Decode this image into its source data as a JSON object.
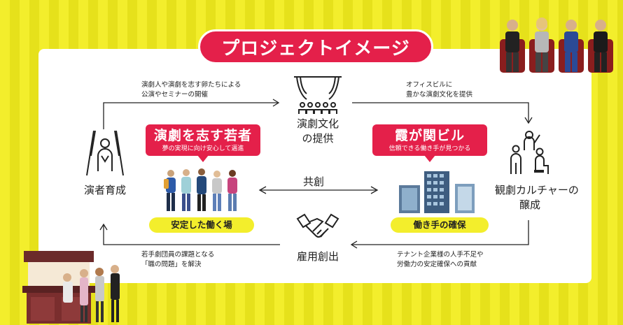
{
  "title": "プロジェクトイメージ",
  "nodes": {
    "theater_line1": "演劇文化",
    "theater_line2": "の提供",
    "actor": "演者育成",
    "audience_line1": "観劇カルチャーの",
    "audience_line2": "醸成",
    "jobs": "雇用創出"
  },
  "labels": {
    "top_left_1": "演劇人や演劇を志す卵たちによる",
    "top_left_2": "公演やセミナーの開催",
    "top_right_1": "オフィスビルに",
    "top_right_2": "豊かな演劇文化を提供",
    "bottom_left_1": "若手劇団員の課題となる",
    "bottom_left_2": "「職の問題」を解決",
    "bottom_right_1": "テナント企業様の人手不足や",
    "bottom_right_2": "労働力の安定確保への貢献",
    "center": "共創"
  },
  "callouts": {
    "left_heading": "演劇を志す若者",
    "left_sub": "夢の実現に向け安心して邁進",
    "right_heading": "霞が関ビル",
    "right_sub": "信頼できる働き手が見つかる"
  },
  "badges": {
    "left": "安定した働く場",
    "right": "働き手の確保"
  },
  "colors": {
    "accent": "#e4204a",
    "yellow": "#f3ee2c",
    "text": "#222222"
  },
  "icons": [
    "theater-curtain-icon",
    "actor-spotlight-icon",
    "audience-watching-icon",
    "handshake-icon"
  ]
}
